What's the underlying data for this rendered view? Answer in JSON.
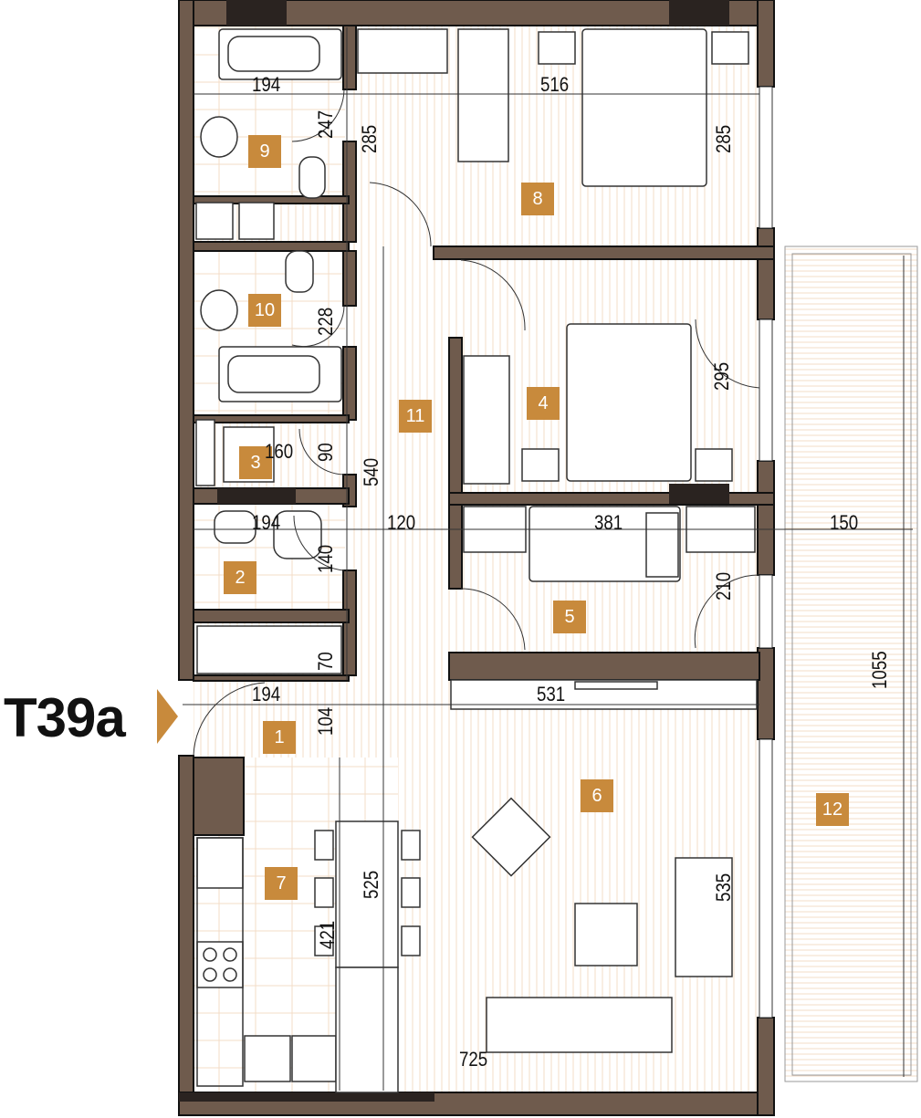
{
  "unit_label": "T39a",
  "colors": {
    "wall": "#6f5b4d",
    "badge": "#c88a3c",
    "floor_line": "#f3dcc7",
    "arrow": "#c88a3c"
  },
  "rooms": [
    "1",
    "2",
    "3",
    "4",
    "5",
    "6",
    "7",
    "8",
    "9",
    "10",
    "11",
    "12"
  ],
  "dimensions": {
    "d194a": "194",
    "d247": "247",
    "d285a": "285",
    "d516": "516",
    "d285b": "285",
    "d228": "228",
    "d295": "295",
    "d160": "160",
    "d90": "90",
    "d540": "540",
    "d194b": "194",
    "d120": "120",
    "d381": "381",
    "d150": "150",
    "d140": "140",
    "d210": "210",
    "d70": "70",
    "d194c": "194",
    "d104": "104",
    "d531": "531",
    "d1055": "1055",
    "d525": "525",
    "d421": "421",
    "d535": "535",
    "d725": "725"
  }
}
